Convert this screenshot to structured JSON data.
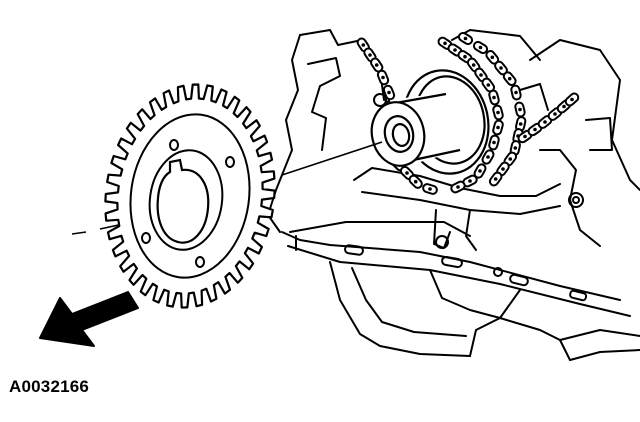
{
  "figure": {
    "id_label": "A0032166",
    "ink_color": "#000000",
    "paper_color": "#ffffff",
    "parts": [
      {
        "name": "crankshaft-sensor-ring",
        "icon": "toothed-ring-icon",
        "tooth_count": 36
      },
      {
        "name": "crankshaft-sprocket",
        "icon": "sprocket-icon"
      },
      {
        "name": "timing-chain",
        "icon": "chain-icon"
      },
      {
        "name": "engine-block",
        "icon": "engine-block-icon"
      },
      {
        "name": "direction-arrow",
        "icon": "arrow-icon"
      }
    ]
  }
}
